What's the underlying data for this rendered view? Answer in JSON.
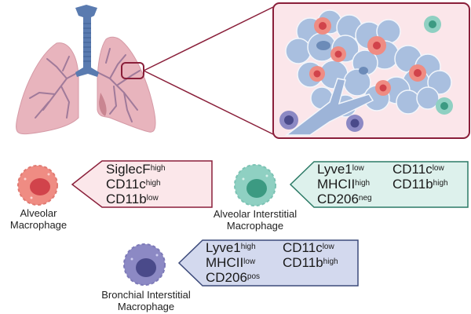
{
  "figure": {
    "title": "Lung macrophage subsets and surface marker profiles",
    "colors": {
      "lung": "#e8b4bd",
      "trachea": "#5a7bb0",
      "inset_border": "#8a1f3a",
      "inset_bg": "#fbe6ea",
      "alveolus": "#a9bfdf",
      "alveolar_macrophage": "#ef8c83",
      "alveolar_interstitial": "#8fd0c2",
      "bronchial_interstitial": "#8c89c4"
    }
  },
  "cells": [
    {
      "id": "alveolar",
      "name_line1": "Alveolar",
      "name_line2": "Macrophage",
      "box_fill": "#fbe7ea",
      "box_border": "#8a1f3a",
      "markers": [
        {
          "name": "SiglecF",
          "level": "high"
        },
        {
          "name": "CD11c",
          "level": "high"
        },
        {
          "name": "CD11b",
          "level": "low"
        }
      ]
    },
    {
      "id": "alveolar-interstitial",
      "name_line1": "Alveolar Interstitial",
      "name_line2": "Macrophage",
      "box_fill": "#ddf1ec",
      "box_border": "#2c7a66",
      "markers": [
        {
          "name": "Lyve1",
          "level": "low"
        },
        {
          "name": "CD11c",
          "level": "low"
        },
        {
          "name": "MHCII",
          "level": "high"
        },
        {
          "name": "CD11b",
          "level": "high"
        },
        {
          "name": "CD206",
          "level": "neg"
        }
      ]
    },
    {
      "id": "bronchial-interstitial",
      "name_line1": "Bronchial Interstitial",
      "name_line2": "Macrophage",
      "box_fill": "#d3d9ee",
      "box_border": "#3c4a7a",
      "markers": [
        {
          "name": "Lyve1",
          "level": "high"
        },
        {
          "name": "CD11c",
          "level": "low"
        },
        {
          "name": "MHCII",
          "level": "low"
        },
        {
          "name": "CD11b",
          "level": "high"
        },
        {
          "name": "CD206",
          "level": "pos"
        }
      ]
    }
  ]
}
